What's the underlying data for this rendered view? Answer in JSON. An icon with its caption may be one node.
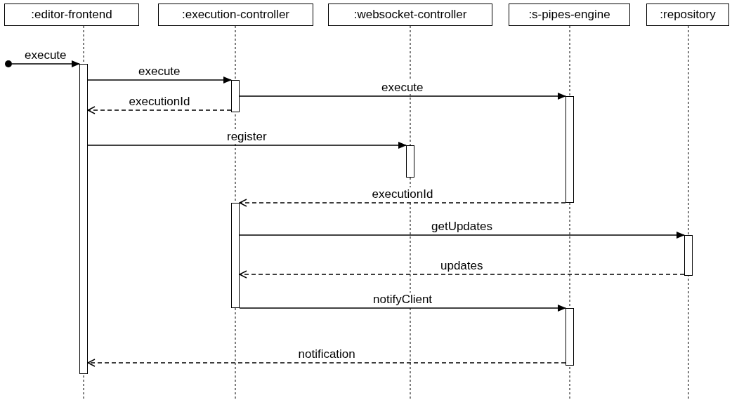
{
  "diagram": {
    "nodes": [
      {
        "text": [
          ":editor-frontend"
        ]
      },
      {
        "text": [
          ":execution-controller"
        ]
      },
      {
        "text": [
          ":websocket-controller"
        ]
      },
      {
        "text": [
          ":s-pipes-engine"
        ]
      },
      {
        "text": [
          ":repository"
        ]
      },
      {
        "text": [],
        "shape": "circle"
      },
      {
        "text": [],
        "shape": "bar"
      },
      {
        "text": [],
        "shape": "bar"
      },
      {
        "text": [],
        "shape": "bar"
      },
      {
        "text": [],
        "shape": "bar"
      },
      {
        "text": [],
        "shape": "bar"
      },
      {
        "text": [],
        "shape": "bar"
      },
      {
        "text": [],
        "shape": "bar"
      }
    ],
    "edges": [
      {
        "from": 5,
        "to": 6,
        "arrow": "to",
        "label": "execute"
      },
      {
        "from": 6,
        "to": 7,
        "arrow": "to",
        "label": "execute"
      },
      {
        "from": 7,
        "to": 8,
        "arrow": "to",
        "label": "execute"
      },
      {
        "from": 7,
        "to": 6,
        "arrow": "to",
        "label": "executionId",
        "style": "dashed"
      },
      {
        "from": 6,
        "to": 9,
        "arrow": "to",
        "label": "register"
      },
      {
        "from": 8,
        "to": 10,
        "arrow": "to",
        "label": "executionId",
        "style": "dashed"
      },
      {
        "from": 10,
        "to": 11,
        "arrow": "to",
        "label": "getUpdates"
      },
      {
        "from": 11,
        "to": 10,
        "arrow": "to",
        "label": "updates",
        "style": "dashed"
      },
      {
        "from": 10,
        "to": 12,
        "arrow": "to",
        "label": "notifyClient"
      },
      {
        "from": 12,
        "to": 6,
        "arrow": "to",
        "label": "notification",
        "style": "dashed"
      }
    ]
  }
}
